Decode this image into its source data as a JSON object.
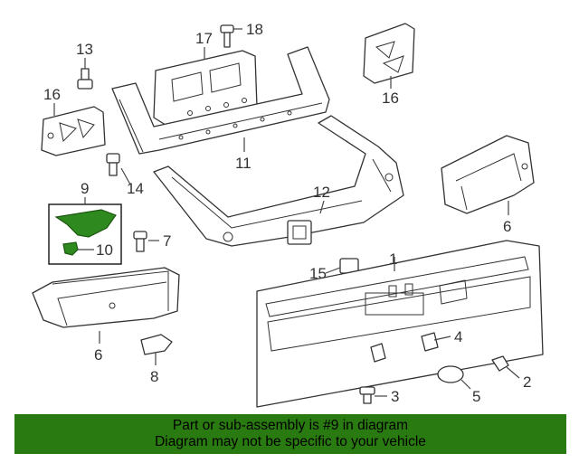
{
  "callouts": {
    "c1": "1",
    "c2": "2",
    "c3": "3",
    "c4": "4",
    "c5": "5",
    "c6a": "6",
    "c6b": "6",
    "c7": "7",
    "c8": "8",
    "c9": "9",
    "c10": "10",
    "c11": "11",
    "c12": "12",
    "c13": "13",
    "c14": "14",
    "c15": "15",
    "c16a": "16",
    "c16b": "16",
    "c17": "17",
    "c18": "18"
  },
  "highlight": {
    "part_number": "9",
    "color": "#2e8a1e"
  },
  "banner": {
    "line1": "Part or sub-assembly is #9 in diagram",
    "line2": "Diagram may not be specific to your vehicle",
    "color": "#2a7a12"
  }
}
